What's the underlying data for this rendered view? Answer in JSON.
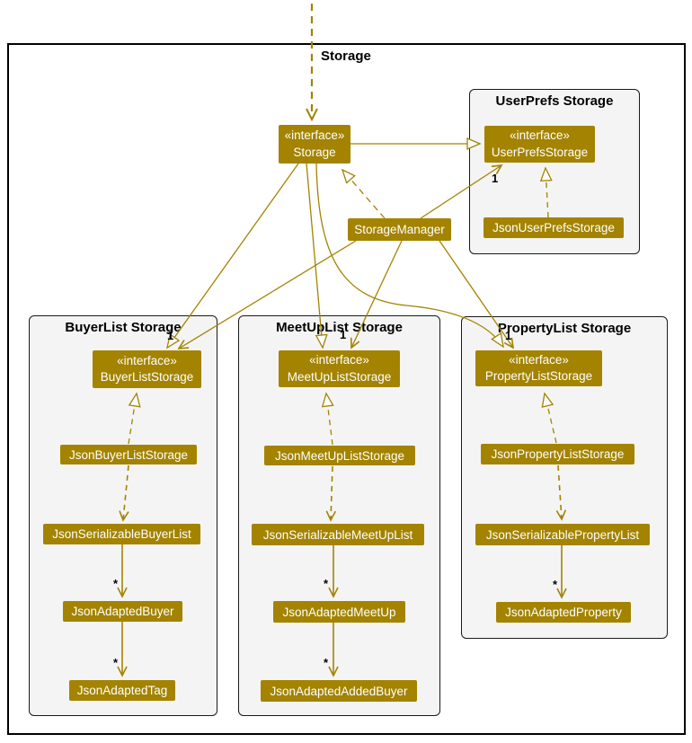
{
  "diagram": {
    "frame_label": "Storage",
    "storage_interface": {
      "stereotype": "«interface»",
      "name": "Storage"
    },
    "storage_manager": {
      "name": "StorageManager"
    },
    "packages": {
      "userprefs": {
        "title": "UserPrefs Storage",
        "interface_stereotype": "«interface»",
        "interface_name": "UserPrefsStorage",
        "json_storage": "JsonUserPrefsStorage"
      },
      "buyer": {
        "title": "BuyerList Storage",
        "interface_stereotype": "«interface»",
        "interface_name": "BuyerListStorage",
        "json_storage": "JsonBuyerListStorage",
        "serializable": "JsonSerializableBuyerList",
        "adapted": "JsonAdaptedBuyer",
        "adapted_child": "JsonAdaptedTag"
      },
      "meetup": {
        "title": "MeetUpList Storage",
        "interface_stereotype": "«interface»",
        "interface_name": "MeetUpListStorage",
        "json_storage": "JsonMeetUpListStorage",
        "serializable": "JsonSerializableMeetUpList",
        "adapted": "JsonAdaptedMeetUp",
        "adapted_child": "JsonAdaptedAddedBuyer"
      },
      "property": {
        "title": "PropertyList Storage",
        "interface_stereotype": "«interface»",
        "interface_name": "PropertyListStorage",
        "json_storage": "JsonPropertyListStorage",
        "serializable": "JsonSerializablePropertyList",
        "adapted": "JsonAdaptedProperty"
      }
    },
    "multiplicity": {
      "one": "1",
      "many": "*"
    },
    "colors": {
      "node_fill": "#a38300",
      "node_text": "#ffffff",
      "edge": "#a38300",
      "package_fill": "#f4f4f4",
      "package_border": "#1a1a1a",
      "frame_border": "#000000",
      "label_text": "#000000"
    }
  }
}
